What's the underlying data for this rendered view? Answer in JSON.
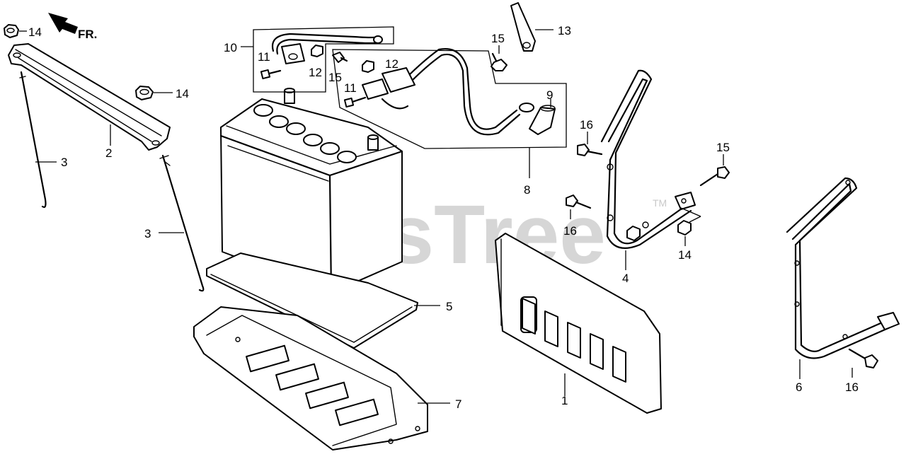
{
  "diagram": {
    "watermark": "PartsTree",
    "trademark": "TM",
    "direction_label": "FR.",
    "callouts": {
      "c1": "1",
      "c2": "2",
      "c3a": "3",
      "c3b": "3",
      "c4": "4",
      "c5": "5",
      "c6": "6",
      "c7": "7",
      "c8": "8",
      "c9": "9",
      "c10": "10",
      "c11a": "11",
      "c11b": "11",
      "c12a": "12",
      "c12b": "12",
      "c13": "13",
      "c14a": "14",
      "c14b": "14",
      "c14c": "14",
      "c15a": "15",
      "c15b": "15",
      "c15c": "15",
      "c16a": "16",
      "c16b": "16",
      "c16c": "16"
    }
  }
}
